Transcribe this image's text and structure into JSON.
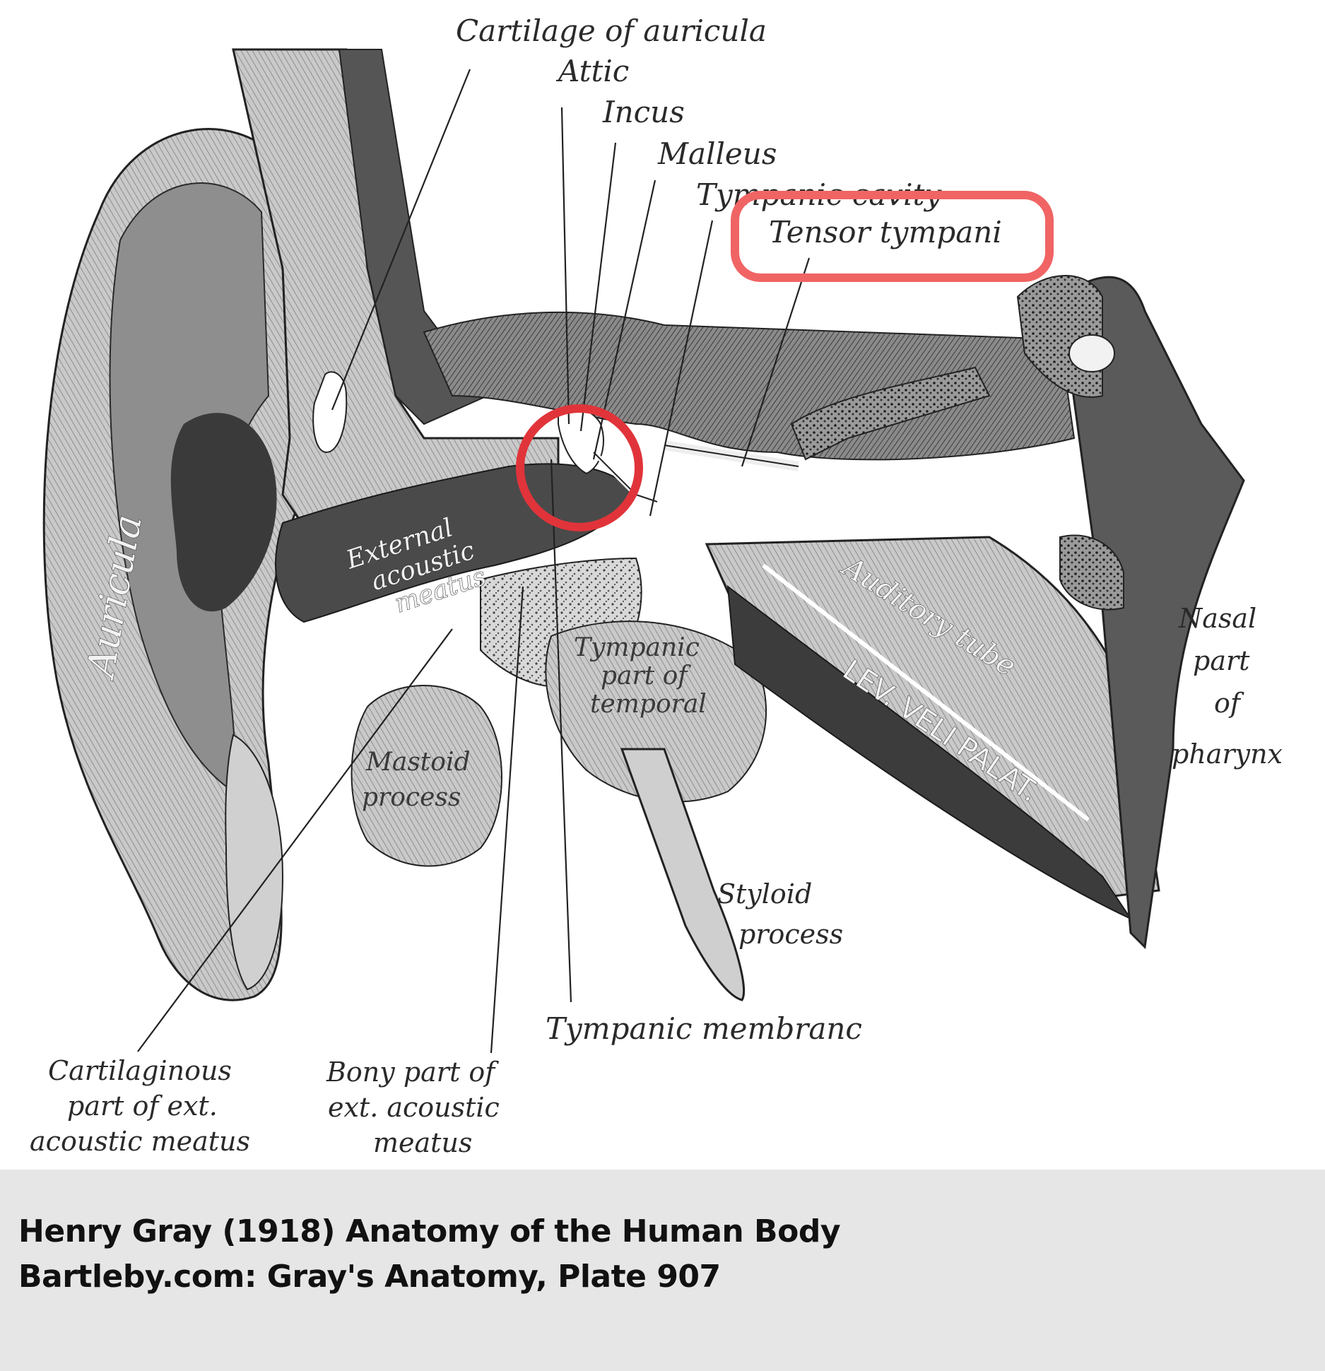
{
  "figure": {
    "labels": {
      "cartilage_of_auricula": "Cartilage of auricula",
      "attic": "Attic",
      "incus": "Incus",
      "malleus": "Malleus",
      "tympanic_cavity": "Tympanic cavity",
      "tensor_tympani": "Tensor tympani",
      "auricula": "Auricula",
      "external_acoustic_meatus": [
        "External",
        "acoustic",
        "meatus"
      ],
      "tympanic_part_of_temporal": [
        "Tympanic",
        "part of",
        "temporal"
      ],
      "mastoid_process": [
        "Mastoid",
        "process"
      ],
      "auditory_tube": "Auditory tube",
      "lev_veli_palat": "LEV. VELI PALAT.",
      "nasal_part_of_pharynx": [
        "Nasal",
        "part",
        "of",
        "pharynx"
      ],
      "styloid_process": [
        "Styloid",
        "process"
      ],
      "tympanic_membrane": "Tympanic membranc",
      "cartilaginous_part": [
        "Cartilaginous",
        "part of ext.",
        "acoustic meatus"
      ],
      "bony_part": [
        "Bony part of",
        "ext. acoustic",
        "meatus"
      ]
    },
    "highlight_colors": {
      "label_box": "#f06464",
      "circle": "#e0343a"
    }
  },
  "caption": {
    "line1": "Henry Gray (1918) Anatomy of the Human Body",
    "line2": "Bartleby.com: Gray's Anatomy, Plate 907"
  }
}
